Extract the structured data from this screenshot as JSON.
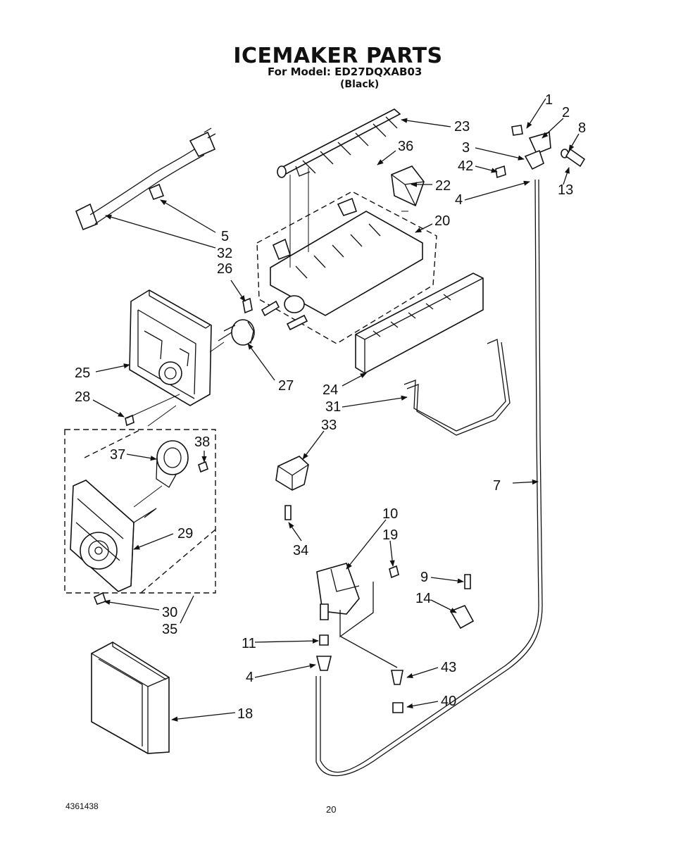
{
  "title": "ICEMAKER PARTS",
  "model_line": "For Model: ED27DQXAB03",
  "color_line": "(Black)",
  "footer": {
    "doc_number": "4361438",
    "page_number": "20"
  },
  "callouts": [
    "1",
    "2",
    "3",
    "4",
    "5",
    "7",
    "8",
    "9",
    "10",
    "11",
    "13",
    "14",
    "18",
    "19",
    "20",
    "22",
    "23",
    "24",
    "25",
    "26",
    "27",
    "28",
    "29",
    "30",
    "31",
    "32",
    "33",
    "34",
    "35",
    "36",
    "37",
    "38",
    "40",
    "42",
    "43"
  ]
}
